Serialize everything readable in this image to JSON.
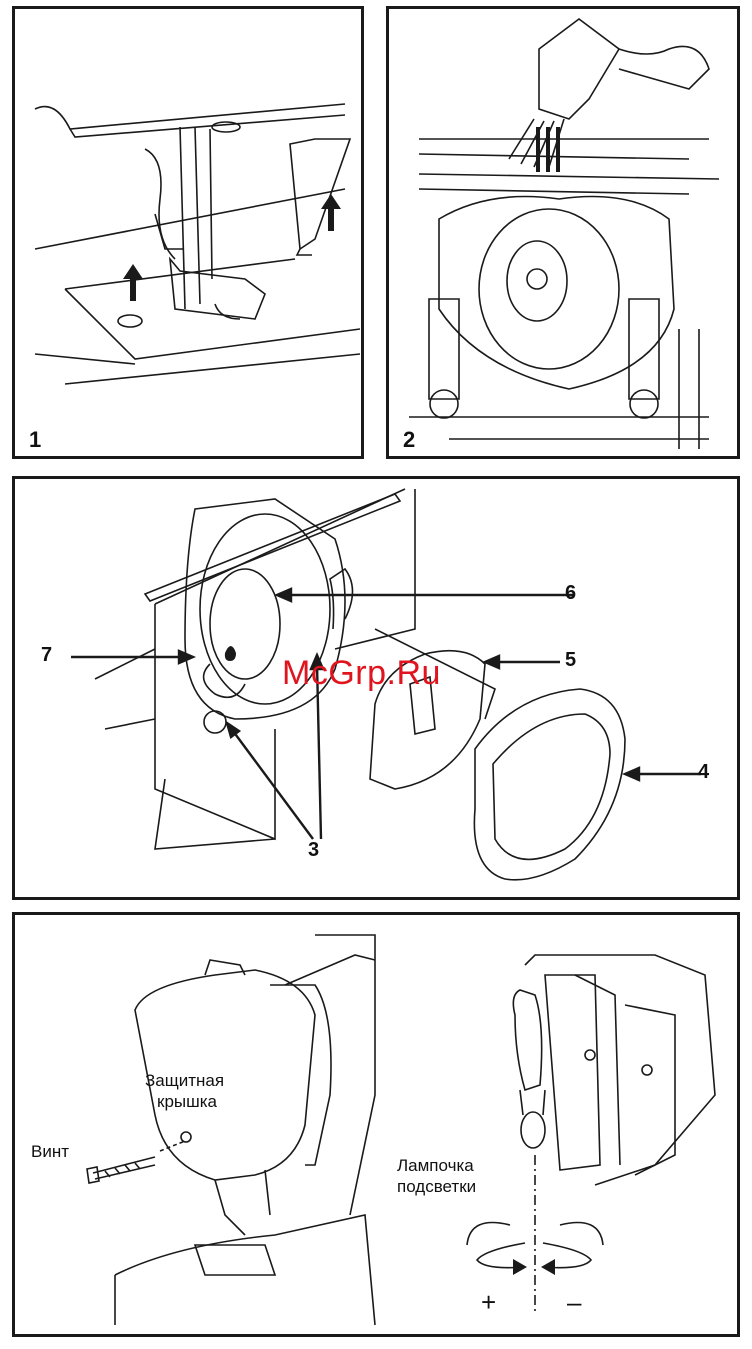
{
  "panels": {
    "p1": {
      "number": "1"
    },
    "p2": {
      "number": "2"
    },
    "p3": {
      "callouts": {
        "c3": "3",
        "c4": "4",
        "c5": "5",
        "c6": "6",
        "c7": "7"
      }
    },
    "p4": {
      "cover_label_line1": "Защитная",
      "cover_label_line2": "крышка",
      "screw_label": "Винт",
      "bulb_label_line1": "Лампочка",
      "bulb_label_line2": "подсветки",
      "plus": "+",
      "minus": "–"
    }
  },
  "watermark": "McGrp.Ru",
  "colors": {
    "watermark": "#e0141e",
    "ink": "#1a1a1a"
  }
}
